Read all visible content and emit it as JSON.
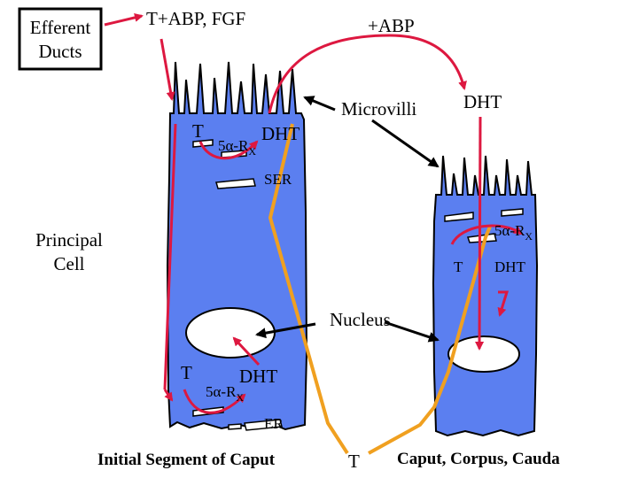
{
  "colors": {
    "cell_fill": "#5b7ff0",
    "cell_stroke": "#000000",
    "arrow_red": "#dd1840",
    "arrow_orange": "#f0a020",
    "organelle": "#ffffff"
  },
  "labels": {
    "efferent_line1": "Efferent",
    "efferent_line2": "Ducts",
    "t_abp_fgf": "T+ABP, FGF",
    "abp": "+ABP",
    "microvilli": "Microvilli",
    "dht_top_right": "DHT",
    "t_top": "T",
    "five_alpha_top": "5α-R",
    "five_alpha_top_sub": "X",
    "dht_top": "DHT",
    "ser": "SER",
    "principal_line1": "Principal",
    "principal_line2": "Cell",
    "five_alpha_right": "5α-R",
    "five_alpha_right_sub": "X",
    "t_right": "T",
    "dht_right": "DHT",
    "nucleus": "Nucleus",
    "t_bottom": "T",
    "dht_bottom": "DHT",
    "five_alpha_bottom": "5α-R",
    "five_alpha_bottom_sub": "X",
    "er": "ER",
    "initial_segment": "Initial Segment of Caput",
    "t_caption": "T",
    "caput_corpus": "Caput, Corpus, Cauda"
  }
}
